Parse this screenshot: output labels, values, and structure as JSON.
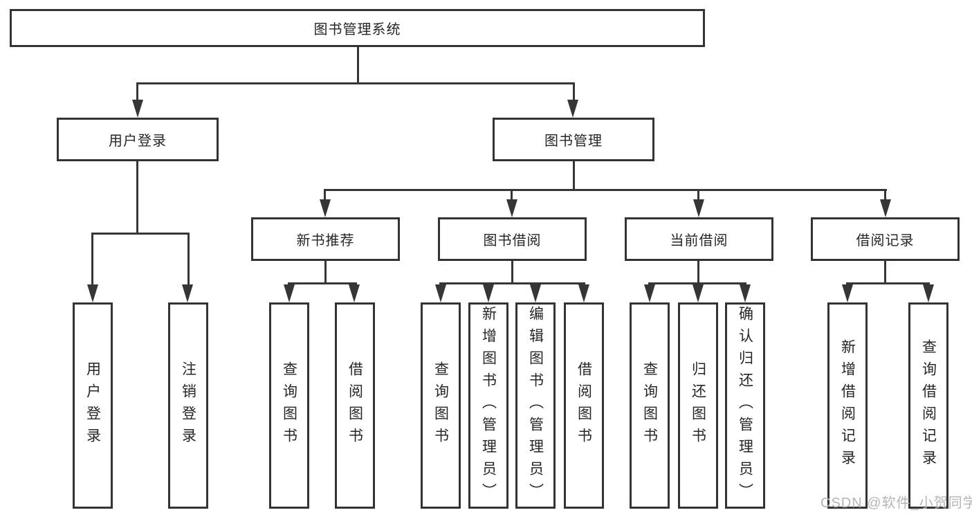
{
  "tree": {
    "label": "图书管理系统",
    "children": [
      {
        "label": "用户登录",
        "children": [
          {
            "label": "用户登录"
          },
          {
            "label": "注销登录"
          }
        ]
      },
      {
        "label": "图书管理",
        "children": [
          {
            "label": "新书推荐",
            "children": [
              {
                "label": "查询图书"
              },
              {
                "label": "借阅图书"
              }
            ]
          },
          {
            "label": "图书借阅",
            "children": [
              {
                "label": "查询图书"
              },
              {
                "label": "新增图书（管理员）"
              },
              {
                "label": "编辑图书（管理员）"
              },
              {
                "label": "借阅图书"
              }
            ]
          },
          {
            "label": "当前借阅",
            "children": [
              {
                "label": "查询图书"
              },
              {
                "label": "归还图书"
              },
              {
                "label": "确认归还（管理员）"
              }
            ]
          },
          {
            "label": "借阅记录",
            "children": [
              {
                "label": "新增借阅记录"
              },
              {
                "label": "查询借阅记录"
              }
            ]
          }
        ]
      }
    ]
  },
  "watermark": {
    "text": "CSDN @软件_小贺同学",
    "color": "#b5b5b5"
  },
  "colors": {
    "line": "#363636",
    "box_border": "#333333",
    "text": "#262626",
    "background": "#ffffff"
  }
}
